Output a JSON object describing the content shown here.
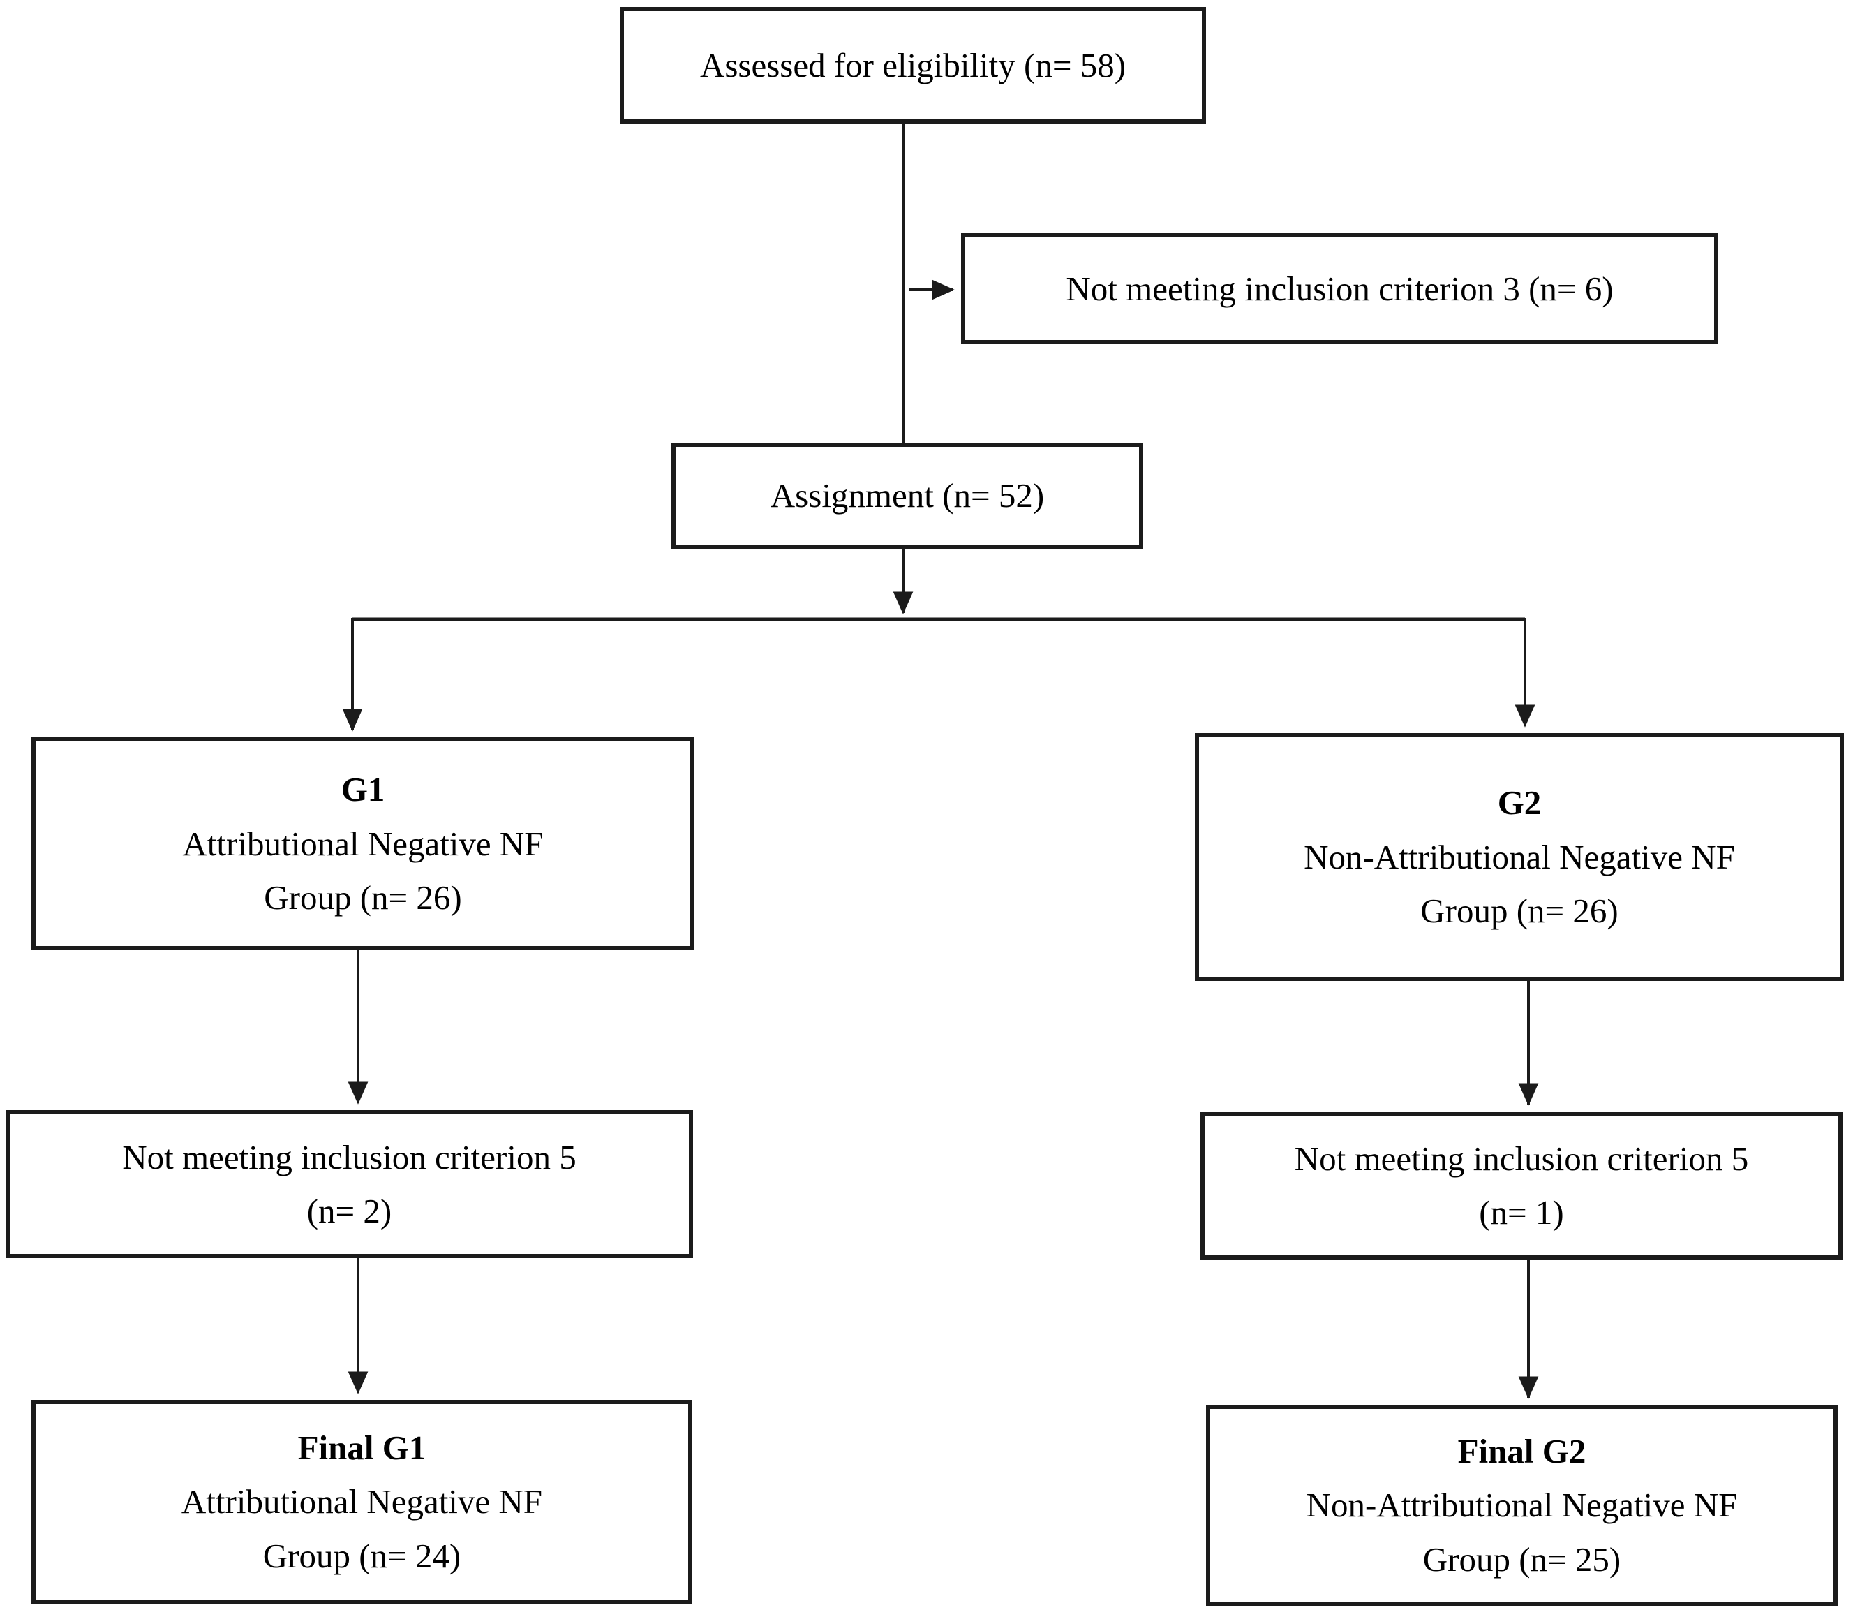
{
  "diagram": {
    "type": "flowchart",
    "description": "Participant eligibility and group assignment flow diagram",
    "nodes": {
      "assessed": {
        "lines": [
          "Assessed for eligibility (n= 58)"
        ]
      },
      "not_meeting_criterion_3": {
        "lines": [
          "Not meeting inclusion criterion 3 (n= 6)"
        ]
      },
      "assignment": {
        "lines": [
          "Assignment (n= 52)"
        ]
      },
      "g1": {
        "lines": [
          "G1",
          "Attributional Negative NF",
          "Group (n= 26)"
        ]
      },
      "g2": {
        "lines": [
          "G2",
          "Non-Attributional Negative NF",
          "Group (n= 26)"
        ]
      },
      "g1_not_meeting_criterion_5": {
        "lines": [
          "Not meeting inclusion criterion 5",
          "(n= 2)"
        ]
      },
      "g2_not_meeting_criterion_5": {
        "lines": [
          "Not meeting inclusion criterion 5",
          "(n= 1)"
        ]
      },
      "final_g1": {
        "lines": [
          "Final G1",
          "Attributional Negative NF",
          "Group (n= 24)"
        ]
      },
      "final_g2": {
        "lines": [
          "Final G2",
          "Non-Attributional Negative NF",
          "Group (n= 25)"
        ]
      }
    },
    "edges": [
      "assessed -> assignment",
      "assessed -> not_meeting_criterion_3",
      "assignment -> g1",
      "assignment -> g2",
      "g1 -> g1_not_meeting_criterion_5",
      "g1_not_meeting_criterion_5 -> final_g1",
      "g2 -> g2_not_meeting_criterion_5",
      "g2_not_meeting_criterion_5 -> final_g2"
    ],
    "colors": {
      "background": "#ffffff",
      "box_fill": "#ffffff",
      "box_border": "#1b1b1b",
      "line": "#1b1b1b",
      "text": "#000000"
    }
  }
}
